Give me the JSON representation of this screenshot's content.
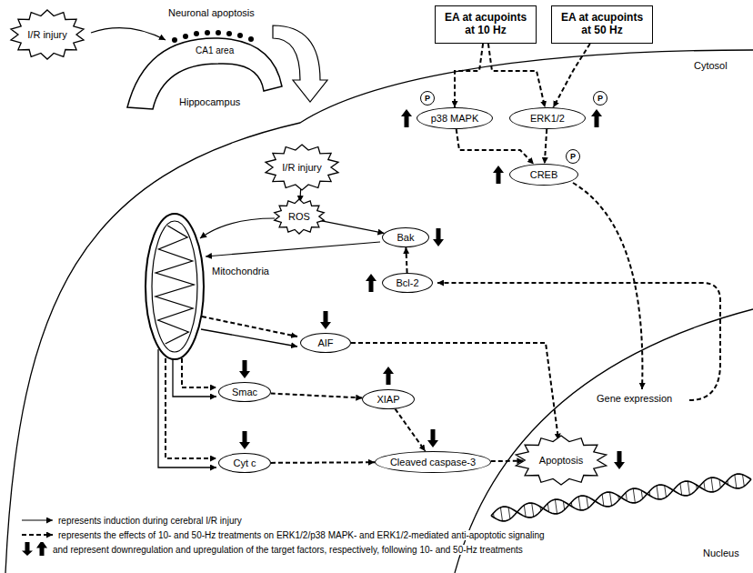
{
  "diagram": {
    "nodes": [
      {
        "text": [
          "I/R injury"
        ]
      },
      {
        "text": [
          "EA at acupoints at 10 Hz"
        ]
      },
      {
        "text": [
          "EA at acupoints at 50 Hz"
        ]
      },
      {
        "text": [
          "P"
        ]
      },
      {
        "text": [
          "p38 MAPK"
        ]
      },
      {
        "text": [
          "P"
        ]
      },
      {
        "text": [
          "ERK1/2"
        ]
      },
      {
        "text": [
          "I/R injury"
        ]
      },
      {
        "text": [
          "P"
        ]
      },
      {
        "text": [
          "CREB"
        ]
      },
      {
        "text": [
          "ROS"
        ]
      },
      {
        "text": [
          "Bak"
        ]
      },
      {
        "text": [
          "Bcl-2"
        ]
      },
      {
        "text": [
          "AIF"
        ]
      },
      {
        "text": [
          "Smac"
        ]
      },
      {
        "text": [
          "XIAP"
        ]
      },
      {
        "text": [
          "Cyt c"
        ]
      },
      {
        "text": [
          "Cleaved caspase-3"
        ]
      },
      {
        "text": [
          "Apoptosis"
        ]
      }
    ],
    "edges": [
      {
        "from": 1,
        "to": 4,
        "arrow": "to"
      },
      {
        "from": 1,
        "to": 6,
        "arrow": "to"
      },
      {
        "from": 2,
        "to": 6,
        "arrow": "to"
      },
      {
        "from": 4,
        "to": 9,
        "arrow": "to"
      },
      {
        "from": 6,
        "to": 9,
        "arrow": "to"
      },
      {
        "from": 7,
        "to": 10,
        "arrow": "to"
      },
      {
        "from": 10,
        "to": 11,
        "arrow": "to"
      },
      {
        "from": 12,
        "to": 11,
        "arrow": "to"
      },
      {
        "from": 13,
        "to": 18,
        "arrow": "to"
      },
      {
        "from": 14,
        "to": 15,
        "arrow": "to"
      },
      {
        "from": 15,
        "to": 17,
        "arrow": "to"
      },
      {
        "from": 16,
        "to": 17,
        "arrow": "to"
      },
      {
        "from": 17,
        "to": 18,
        "arrow": "to"
      }
    ],
    "labels": [
      "Neuronal apoptosis",
      "CA1 area",
      "Hippocampus",
      "Cytosol",
      "Mitochondria",
      "Gene expression",
      "Nucleus"
    ],
    "legend": [
      {
        "text": "represents induction during cerebral I/R injury"
      },
      {
        "text": "represents the effects of 10- and 50-Hz treatments on ERK1/2/p38 MAPK- and ERK1/2-mediated anti-apoptotic signaling"
      },
      {
        "text": "and represent downregulation and upregulation of the target factors, respectively, following 10- and 50-Hz treatments"
      }
    ]
  }
}
